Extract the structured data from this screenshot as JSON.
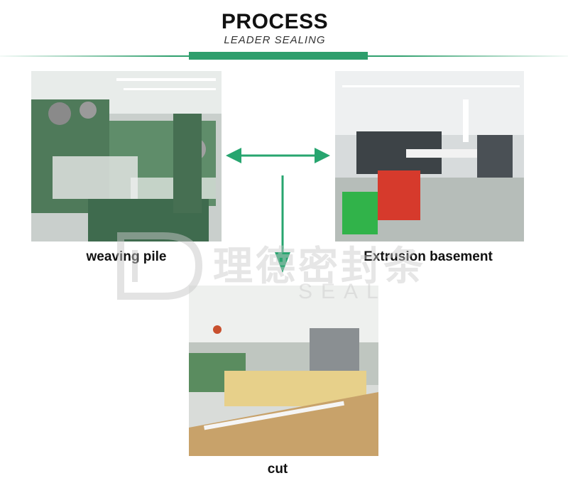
{
  "header": {
    "title": "PROCESS",
    "subtitle": "LEADER SEALING"
  },
  "steps": [
    {
      "caption": "weaving pile"
    },
    {
      "caption": "Extrusion basement"
    },
    {
      "caption": "cut"
    }
  ],
  "watermark": {
    "text": "理德密封条",
    "sub": "SEAL"
  },
  "colors": {
    "accent": "#2e9e6c",
    "arrow": "#27a56f"
  }
}
